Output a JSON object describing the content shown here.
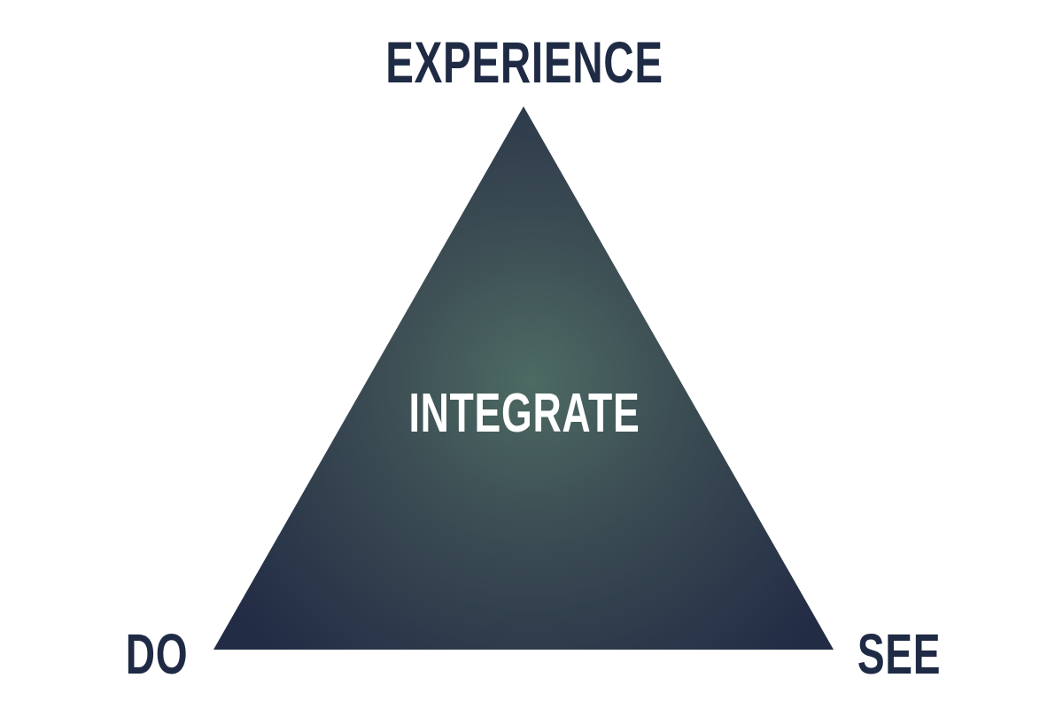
{
  "diagram": {
    "vertices": {
      "top": "EXPERIENCE",
      "left": "DO",
      "right": "SEE"
    },
    "center": "INTEGRATE"
  },
  "colors": {
    "label_text": "#1f2a44",
    "center_text": "#ffffff",
    "triangle_edge": "#222c45",
    "triangle_mid": "#3a4a52",
    "triangle_center": "#4d6a63"
  }
}
